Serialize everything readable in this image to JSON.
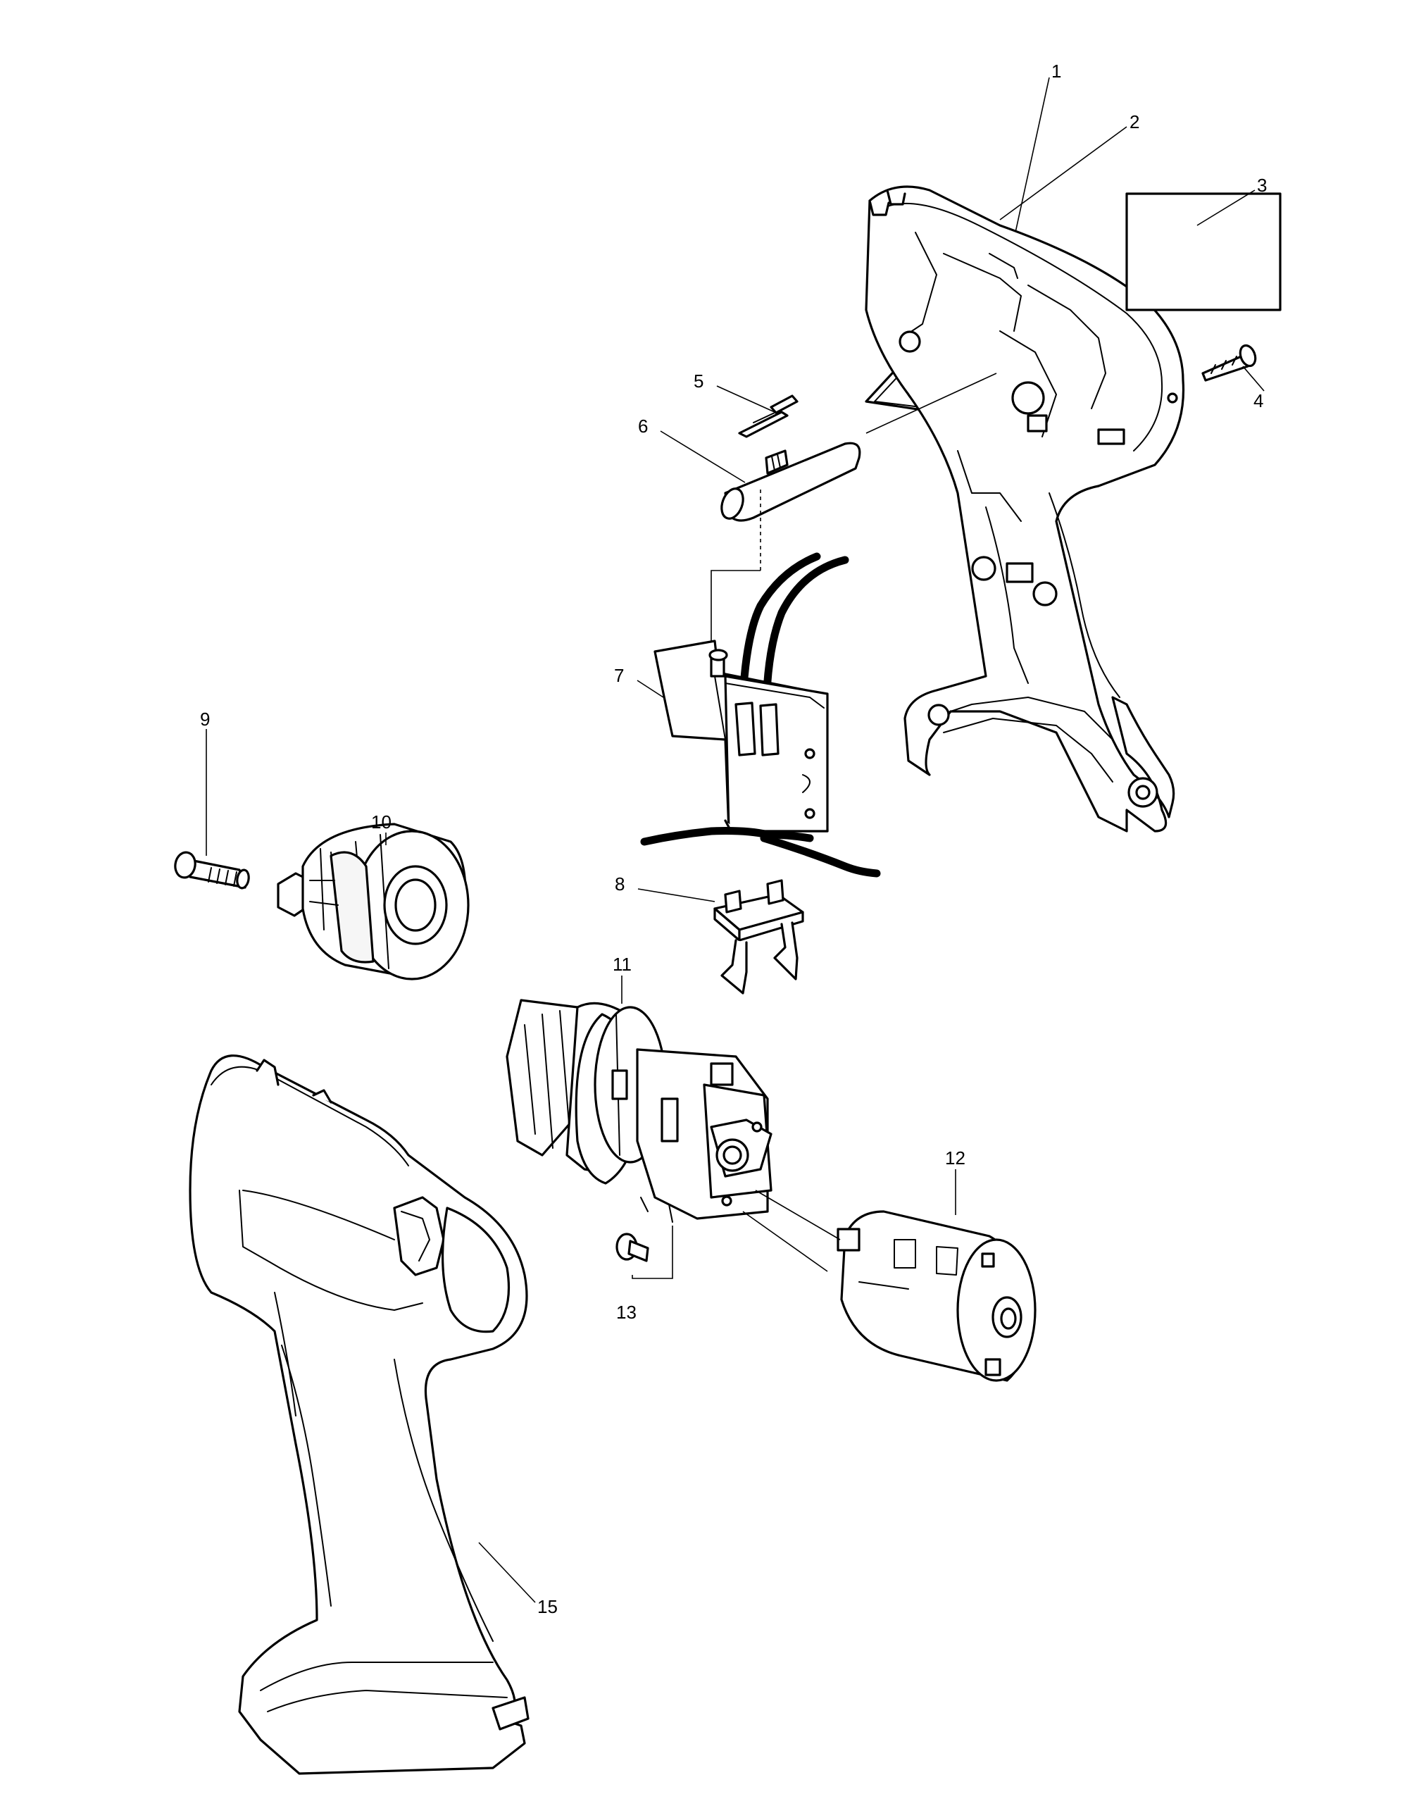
{
  "callouts": [
    {
      "id": "p1",
      "label": "1"
    },
    {
      "id": "p2",
      "label": "2"
    },
    {
      "id": "p3",
      "label": "3"
    },
    {
      "id": "p4",
      "label": "4"
    },
    {
      "id": "p5",
      "label": "5"
    },
    {
      "id": "p6",
      "label": "6"
    },
    {
      "id": "p7",
      "label": "7"
    },
    {
      "id": "p8",
      "label": "8"
    },
    {
      "id": "p9",
      "label": "9"
    },
    {
      "id": "p10",
      "label": "10"
    },
    {
      "id": "p11",
      "label": "11"
    },
    {
      "id": "p12",
      "label": "12"
    },
    {
      "id": "p13",
      "label": "13"
    },
    {
      "id": "p15",
      "label": "15"
    }
  ],
  "colors": {
    "line": "#000000",
    "background": "#ffffff"
  }
}
